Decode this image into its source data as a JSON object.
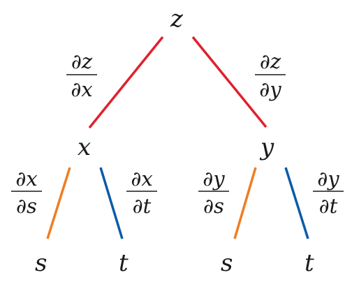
{
  "nodes": {
    "z": "z",
    "x": "x",
    "y": "y",
    "s_left": "s",
    "t_left": "t",
    "s_right": "s",
    "t_right": "t"
  },
  "derivatives": {
    "dz_dx": {
      "num_d": "∂",
      "num_var": "z",
      "den_d": "∂",
      "den_var": "x"
    },
    "dz_dy": {
      "num_d": "∂",
      "num_var": "z",
      "den_d": "∂",
      "den_var": "y"
    },
    "dx_ds": {
      "num_d": "∂",
      "num_var": "x",
      "den_d": "∂",
      "den_var": "s"
    },
    "dx_dt": {
      "num_d": "∂",
      "num_var": "x",
      "den_d": "∂",
      "den_var": "t"
    },
    "dy_ds": {
      "num_d": "∂",
      "num_var": "y",
      "den_d": "∂",
      "den_var": "s"
    },
    "dy_dt": {
      "num_d": "∂",
      "num_var": "y",
      "den_d": "∂",
      "den_var": "t"
    }
  },
  "colors": {
    "edge_top": "#e0202e",
    "edge_s": "#ef7d22",
    "edge_t": "#0a5ba8"
  }
}
